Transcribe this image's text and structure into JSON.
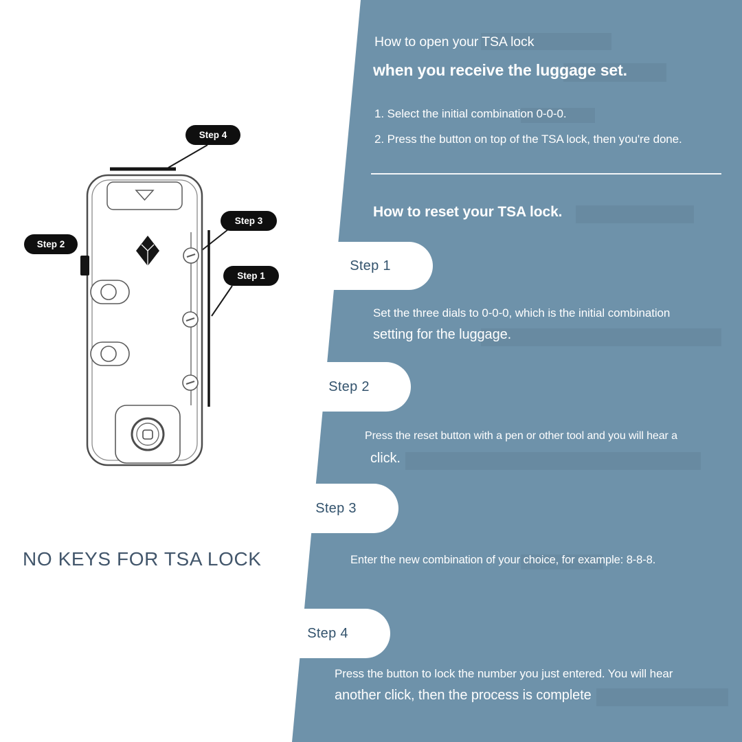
{
  "colors": {
    "panel_bg": "#6e92aa",
    "badge_bg": "#0f0f0f",
    "tab_text": "#33536d",
    "caption_text": "#42566b"
  },
  "panel": {
    "open": {
      "title_line1": "How to open your TSA lock",
      "title_line2": "when you receive the luggage set.",
      "items": [
        "1. Select the initial combination 0-0-0.",
        "2. Press the button on top of the TSA lock, then you're done."
      ]
    },
    "reset": {
      "title": "How to reset your TSA lock.",
      "steps": [
        {
          "label": "Step 1",
          "line1": "Set the three dials to 0-0-0, which is the initial combination",
          "line2": "setting for the luggage."
        },
        {
          "label": "Step 2",
          "line1": "Press the reset button with a pen or other tool and you will hear a",
          "line2": "click."
        },
        {
          "label": "Step 3",
          "line1": "Enter the new combination of your choice, for example: 8-8-8.",
          "line2": ""
        },
        {
          "label": "Step 4",
          "line1": "Press the button to lock the number you just entered. You will hear",
          "line2": "another click, then the process is complete"
        }
      ]
    }
  },
  "diagram": {
    "caption": "NO KEYS FOR TSA LOCK",
    "callouts": [
      {
        "label": "Step 4"
      },
      {
        "label": "Step 3"
      },
      {
        "label": "Step 2"
      },
      {
        "label": "Step 1"
      }
    ]
  }
}
